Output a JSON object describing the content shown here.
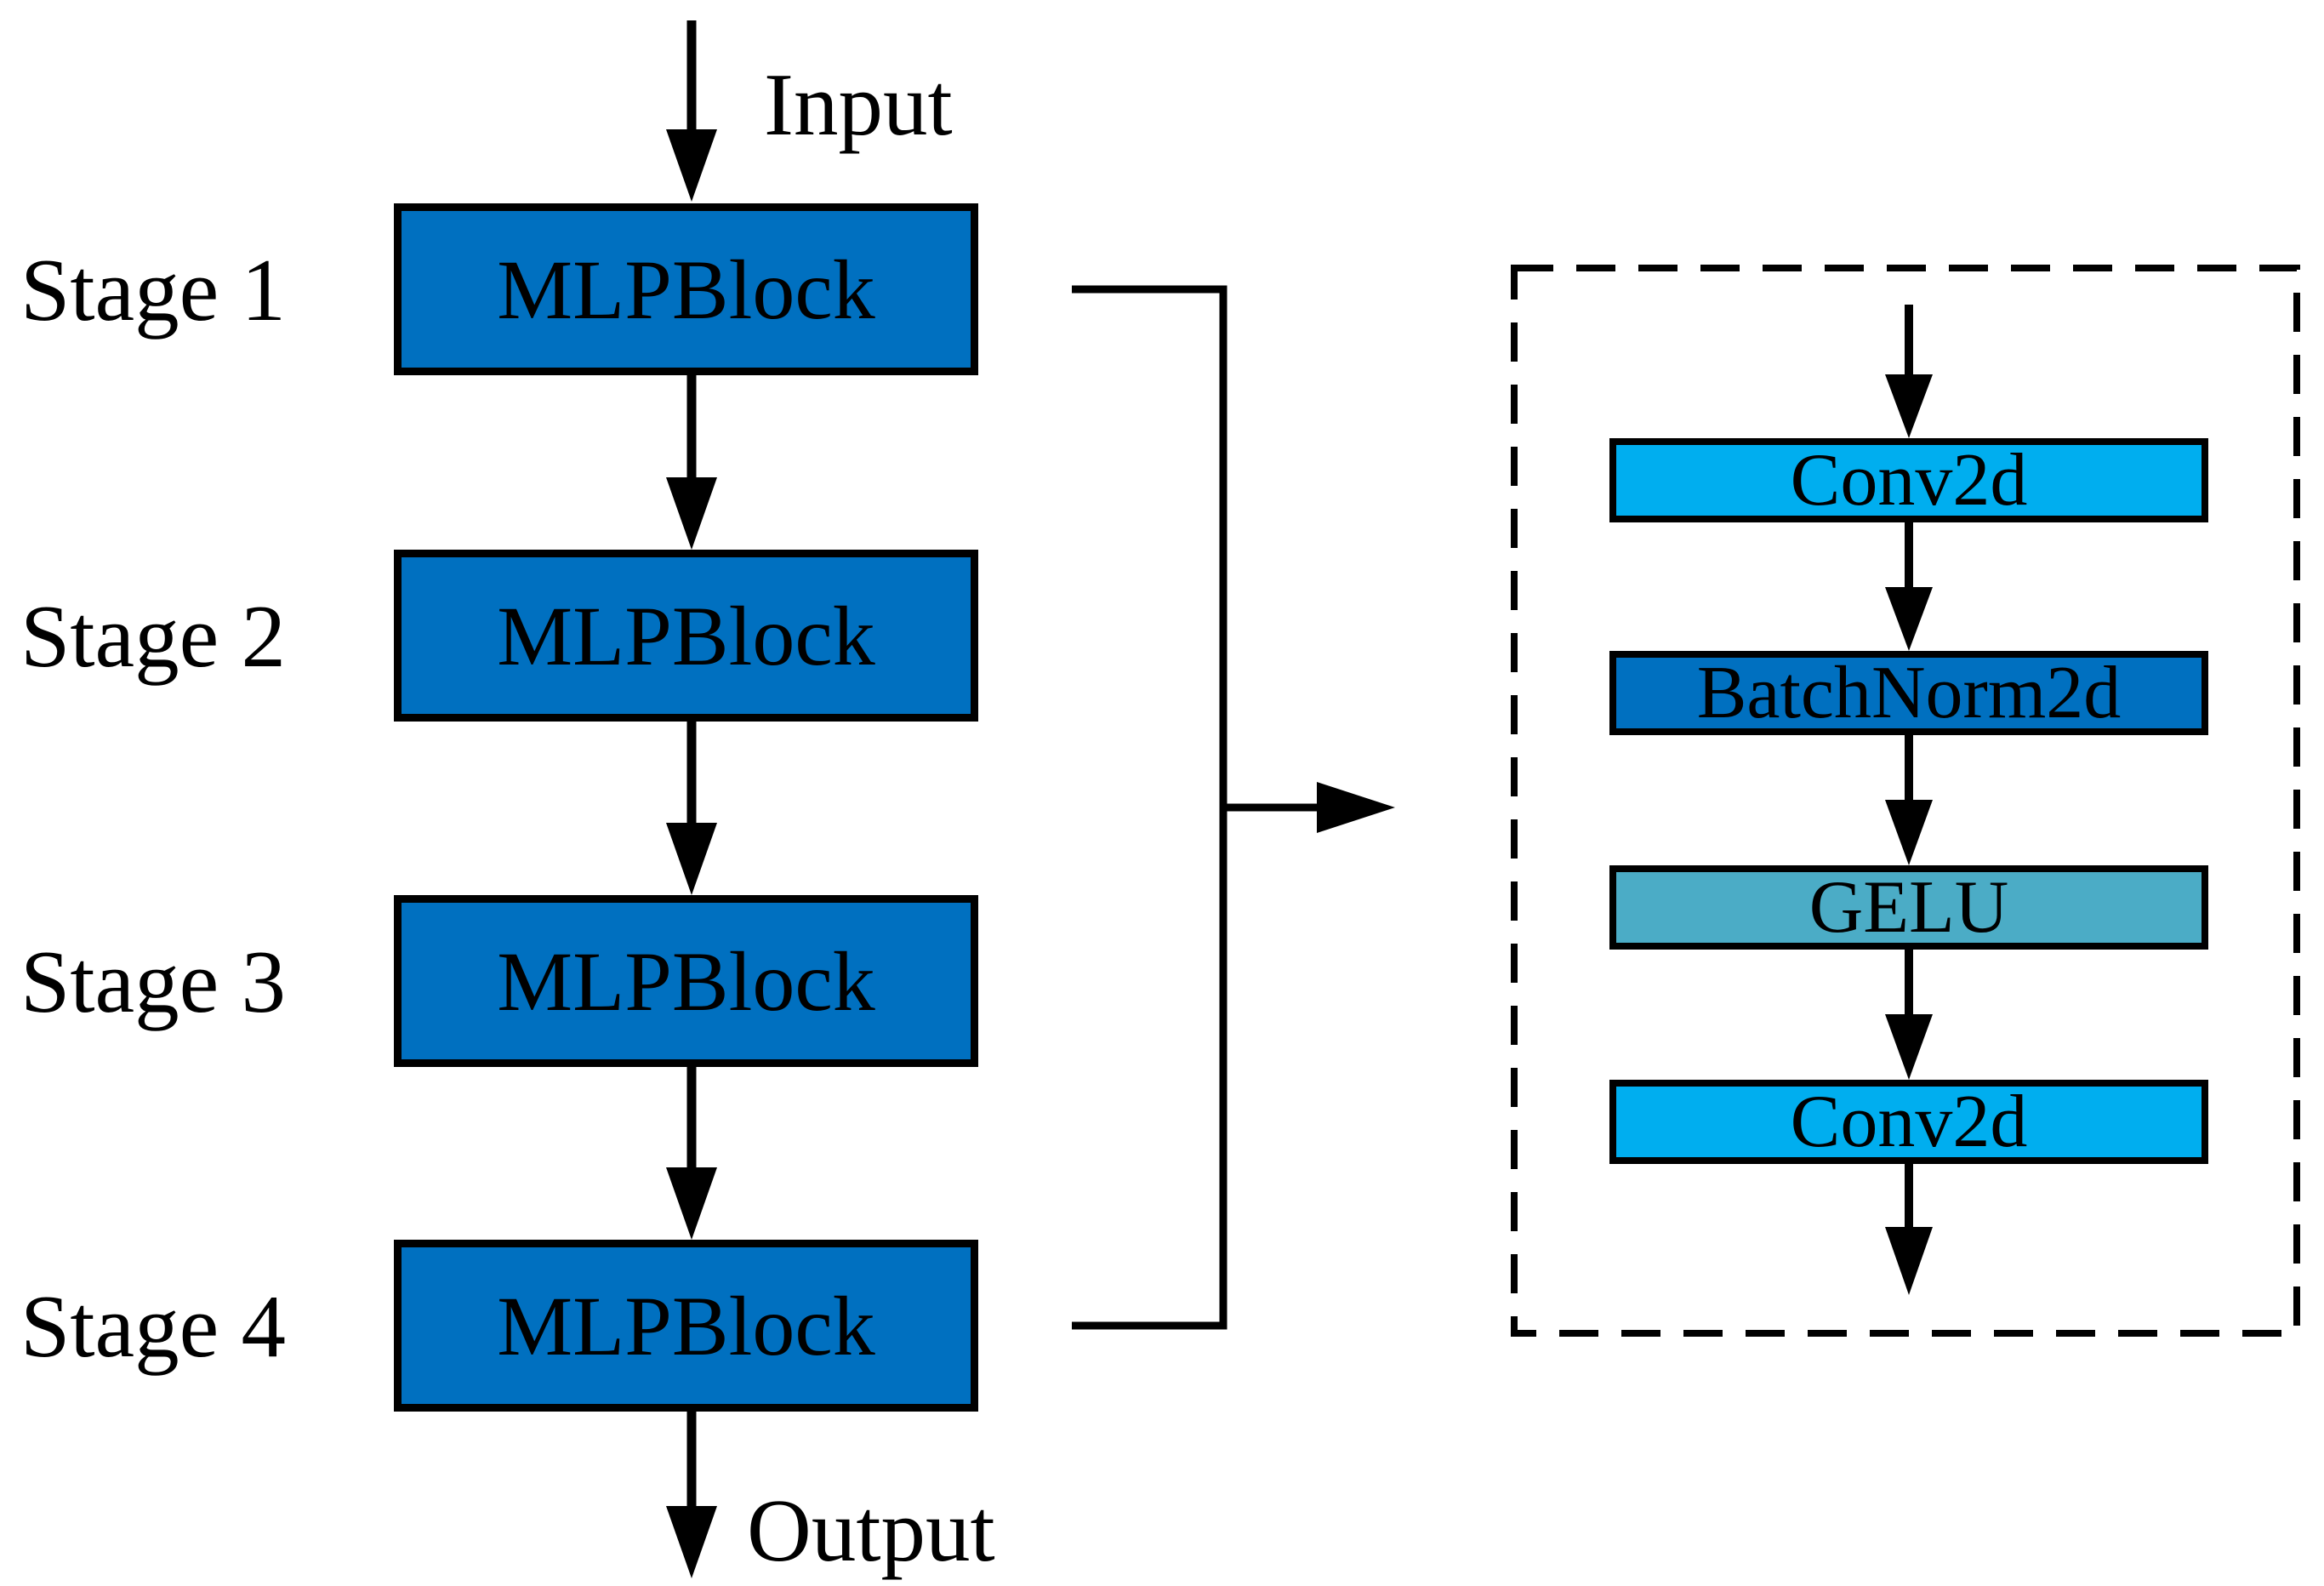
{
  "diagram": {
    "input_label": "Input",
    "output_label": "Output",
    "stages": [
      {
        "label": "Stage 1",
        "block": "MLPBlock"
      },
      {
        "label": "Stage 2",
        "block": "MLPBlock"
      },
      {
        "label": "Stage 3",
        "block": "MLPBlock"
      },
      {
        "label": "Stage 4",
        "block": "MLPBlock"
      }
    ],
    "block_detail": {
      "layers": [
        {
          "name": "Conv2d",
          "color": "#00AEEF"
        },
        {
          "name": "BatchNorm2d",
          "color": "#0070C0"
        },
        {
          "name": "GELU",
          "color": "#4BACC6"
        },
        {
          "name": "Conv2d",
          "color": "#00AEEF"
        }
      ]
    },
    "colors": {
      "mlp_block_fill": "#0070C0",
      "line": "#000000",
      "background": "#FFFFFF"
    }
  }
}
